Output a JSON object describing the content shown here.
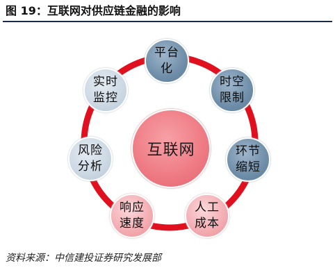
{
  "title": "图 19：互联网对供应链金融的影响",
  "center": {
    "label": "互联网"
  },
  "nodes": [
    {
      "label": "平台化",
      "style": "blue"
    },
    {
      "label": "时空限制",
      "style": "blue"
    },
    {
      "label": "环节缩短",
      "style": "blue"
    },
    {
      "label": "人工成本",
      "style": "pink"
    },
    {
      "label": "响应速度",
      "style": "pink"
    },
    {
      "label": "风险分析",
      "style": "light"
    },
    {
      "label": "实时监控",
      "style": "light"
    }
  ],
  "colors": {
    "ring": "#e0101e",
    "title_rule": "#1a2b4a"
  },
  "source": "资料来源：中信建投证券研究发展部"
}
